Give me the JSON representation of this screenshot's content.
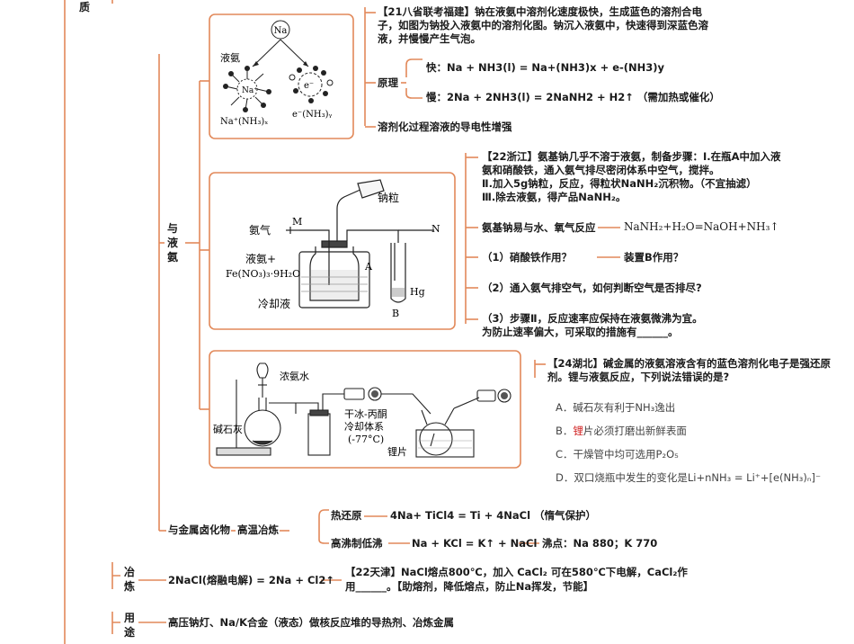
{
  "left_label": "质",
  "branch_yeammonia": [
    "与",
    "液",
    "氨"
  ],
  "branch_zhilian": [
    "冶",
    "炼"
  ],
  "branch_yongtu": [
    "用",
    "途"
  ],
  "box1": {
    "source": "【21八省联考福建】钠在液氨中溶剂化速度极快，生成蓝色的溶剂合电子，如图为钠投入液氨中的溶剂化图。钠沉入液氨中，快速得到深蓝色溶液，并慢慢产生气泡。",
    "principle_label": "原理",
    "fast": "快：Na + NH3(l) = Na+(NH3)x + e-(NH3)y",
    "slow": "慢：2Na + 2NH3(l) = 2NaNH2 + H2↑ （需加热或催化）",
    "conductivity": "溶剂化过程溶液的导电性增强",
    "fig_na": "Na",
    "fig_liquid": "液氨",
    "fig_cation": "Na⁺(NH₃)ₓ",
    "fig_electron": "e⁻(NH₃)ᵧ",
    "fig_na_plus": "Na⁺",
    "fig_e_minus": "e⁻"
  },
  "box2": {
    "source_lines": [
      "【22浙江】氨基钠几乎不溶于液氨，制备步骤：Ⅰ.在瓶A中加入液",
      "氨和硝酸铁，通入氨气排尽密闭体系中空气，搅拌。",
      "Ⅱ.加入5g钠粒，反应，得粒状NaNH₂沉积物。（不宜抽滤）",
      "Ⅲ.除去液氨，得产品NaNH₂。"
    ],
    "q0_label": "氨基钠易与水、氧气反应",
    "q0_eq": "NaNH₂+H₂O=NaOH+NH₃↑",
    "q1a": "（1）硝酸铁作用？",
    "q1b": "装置B作用？",
    "q2": "（2）通入氨气排空气，如何判断空气是否排尽?",
    "q3_line1": "（3）步骤Ⅱ，反应速率应保持在液氨微沸为宜。",
    "q3_line2": "为防止速率偏大，可采取的措施有______。",
    "fig_sodium": "钠粒",
    "fig_ammonia": "氨气",
    "fig_M": "M",
    "fig_N": "N",
    "fig_liq1": "液氨+",
    "fig_liq2": "Fe(NO₃)₃·9H₂O",
    "fig_A": "A",
    "fig_Hg": "Hg",
    "fig_B": "B",
    "fig_cool": "冷却液"
  },
  "box3": {
    "source_lines": [
      "【24湖北】碱金属的液氨溶液含有的蓝色溶剂化电子是强还原",
      "剂。锂与液氨反应，下列说法错误的是?"
    ],
    "opt_a": "A．碱石灰有利于NH₃逸出",
    "opt_b_pre": "B．",
    "opt_b_red": "锂",
    "opt_b_post": "片必须打磨出新鲜表面",
    "opt_c": "C．干燥管中均可选用P₂O₅",
    "opt_d": "D．双口烧瓶中发生的变化是Li+nNH₃ = Li⁺+[e(NH₃)ₙ]⁻",
    "fig_ammonia_water": "浓氨水",
    "fig_sodalime": "碱石灰",
    "fig_ice1": "干冰-丙酮",
    "fig_ice2": "冷却体系",
    "fig_ice3": "(-77°C)",
    "fig_li": "锂片"
  },
  "metal_halide": {
    "label": "与金属卤化物",
    "smelt": "高温冶炼",
    "thermal": "热还原",
    "thermal_eq": "4Na+ TiCl4 = Ti + 4NaCl （惰气保护）",
    "highboil": "高沸制低沸",
    "highboil_eq": "Na + KCl = K↑ + NaCl",
    "boil_pt": "沸点：Na 880；K 770"
  },
  "smelting": {
    "eq": "2NaCl(熔融电解) = 2Na + Cl2↑",
    "note_line1": "【22天津】NaCl熔点800℃，加入 CaCl₂ 可在580℃下电解，CaCl₂作",
    "note_line2": "用______。【助熔剂，降低熔点，防止Na挥发，节能】"
  },
  "usage": {
    "text": "高压钠灯、Na/K合金（液态）做核反应堆的导热剂、冶炼金属"
  },
  "colors": {
    "line": "#e2895a",
    "text": "#1a1a1a",
    "red": "#d02020"
  }
}
